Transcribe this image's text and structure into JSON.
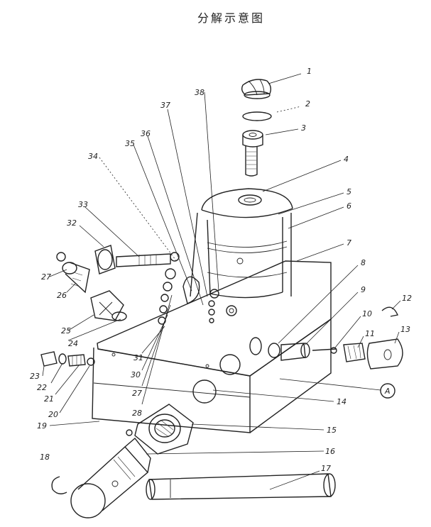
{
  "title": "分解示意图",
  "labels": [
    {
      "id": "1",
      "text": "1"
    },
    {
      "id": "2",
      "text": "2"
    },
    {
      "id": "3",
      "text": "3"
    },
    {
      "id": "4",
      "text": "4"
    },
    {
      "id": "5",
      "text": "5"
    },
    {
      "id": "6",
      "text": "6"
    },
    {
      "id": "7",
      "text": "7"
    },
    {
      "id": "8",
      "text": "8"
    },
    {
      "id": "9",
      "text": "9"
    },
    {
      "id": "10",
      "text": "10"
    },
    {
      "id": "11",
      "text": "11"
    },
    {
      "id": "12",
      "text": "12"
    },
    {
      "id": "13",
      "text": "13"
    },
    {
      "id": "14",
      "text": "14"
    },
    {
      "id": "15",
      "text": "15"
    },
    {
      "id": "16",
      "text": "16"
    },
    {
      "id": "17",
      "text": "17"
    },
    {
      "id": "18",
      "text": "18"
    },
    {
      "id": "19",
      "text": "19"
    },
    {
      "id": "20",
      "text": "20"
    },
    {
      "id": "21",
      "text": "21"
    },
    {
      "id": "22",
      "text": "22"
    },
    {
      "id": "23",
      "text": "23"
    },
    {
      "id": "24",
      "text": "24"
    },
    {
      "id": "25",
      "text": "25"
    },
    {
      "id": "26",
      "text": "26"
    },
    {
      "id": "27a",
      "text": "27"
    },
    {
      "id": "27b",
      "text": "27"
    },
    {
      "id": "28",
      "text": "28"
    },
    {
      "id": "30",
      "text": "30"
    },
    {
      "id": "31",
      "text": "31"
    },
    {
      "id": "32",
      "text": "32"
    },
    {
      "id": "33",
      "text": "33"
    },
    {
      "id": "34",
      "text": "34"
    },
    {
      "id": "35",
      "text": "35"
    },
    {
      "id": "36",
      "text": "36"
    },
    {
      "id": "37",
      "text": "37"
    },
    {
      "id": "38",
      "text": "38"
    },
    {
      "id": "A",
      "text": "A"
    }
  ]
}
